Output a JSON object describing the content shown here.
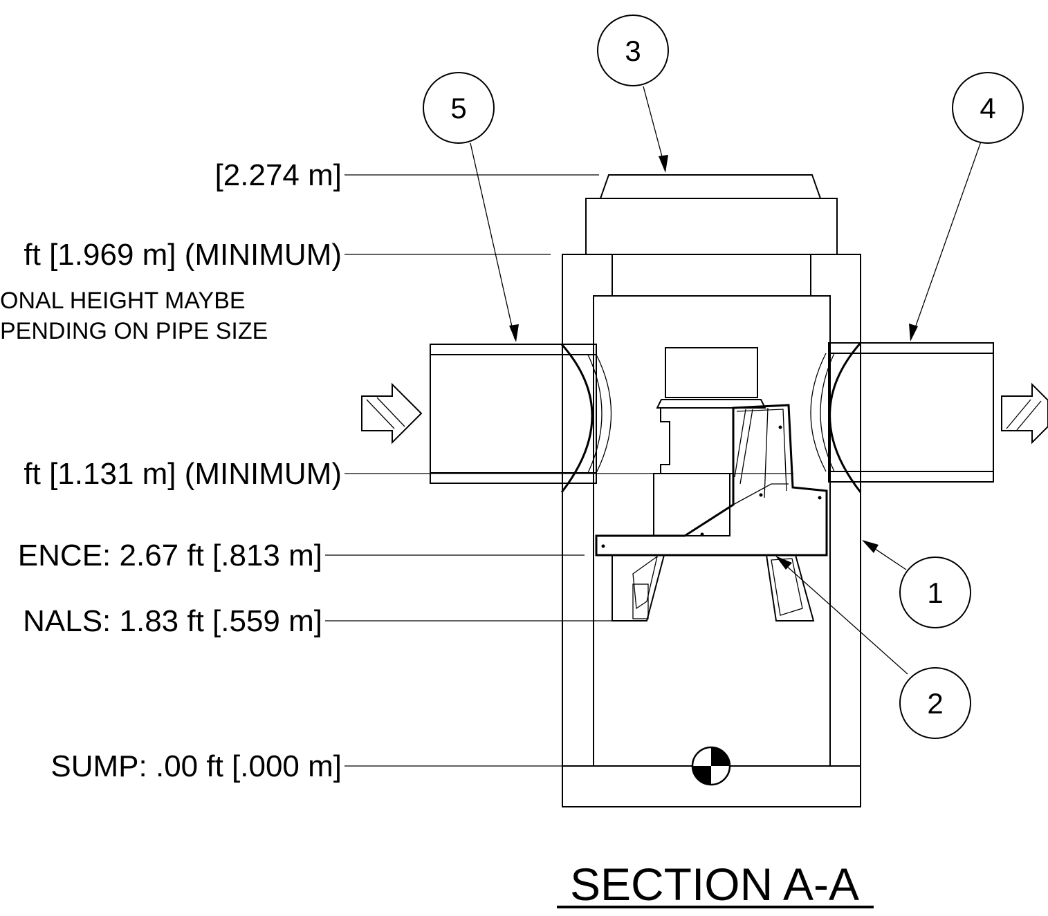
{
  "elevation_labels": [
    {
      "id": "rim",
      "text": "[2.274 m]"
    },
    {
      "id": "top-pipe",
      "text": "ft [1.969 m] (MINIMUM)"
    },
    {
      "id": "invert",
      "text": "ft [1.131 m] (MINIMUM)"
    },
    {
      "id": "fence",
      "text": "ENCE: 2.67 ft [.813 m]"
    },
    {
      "id": "nals",
      "text": "NALS: 1.83 ft [.559 m]"
    },
    {
      "id": "sump",
      "text": "SUMP: .00 ft [.000 m]"
    }
  ],
  "note_lines": [
    "ONAL HEIGHT MAYBE",
    "PENDING ON PIPE SIZE"
  ],
  "callouts": [
    "1",
    "2",
    "3",
    "4",
    "5"
  ],
  "title": "SECTION A-A"
}
